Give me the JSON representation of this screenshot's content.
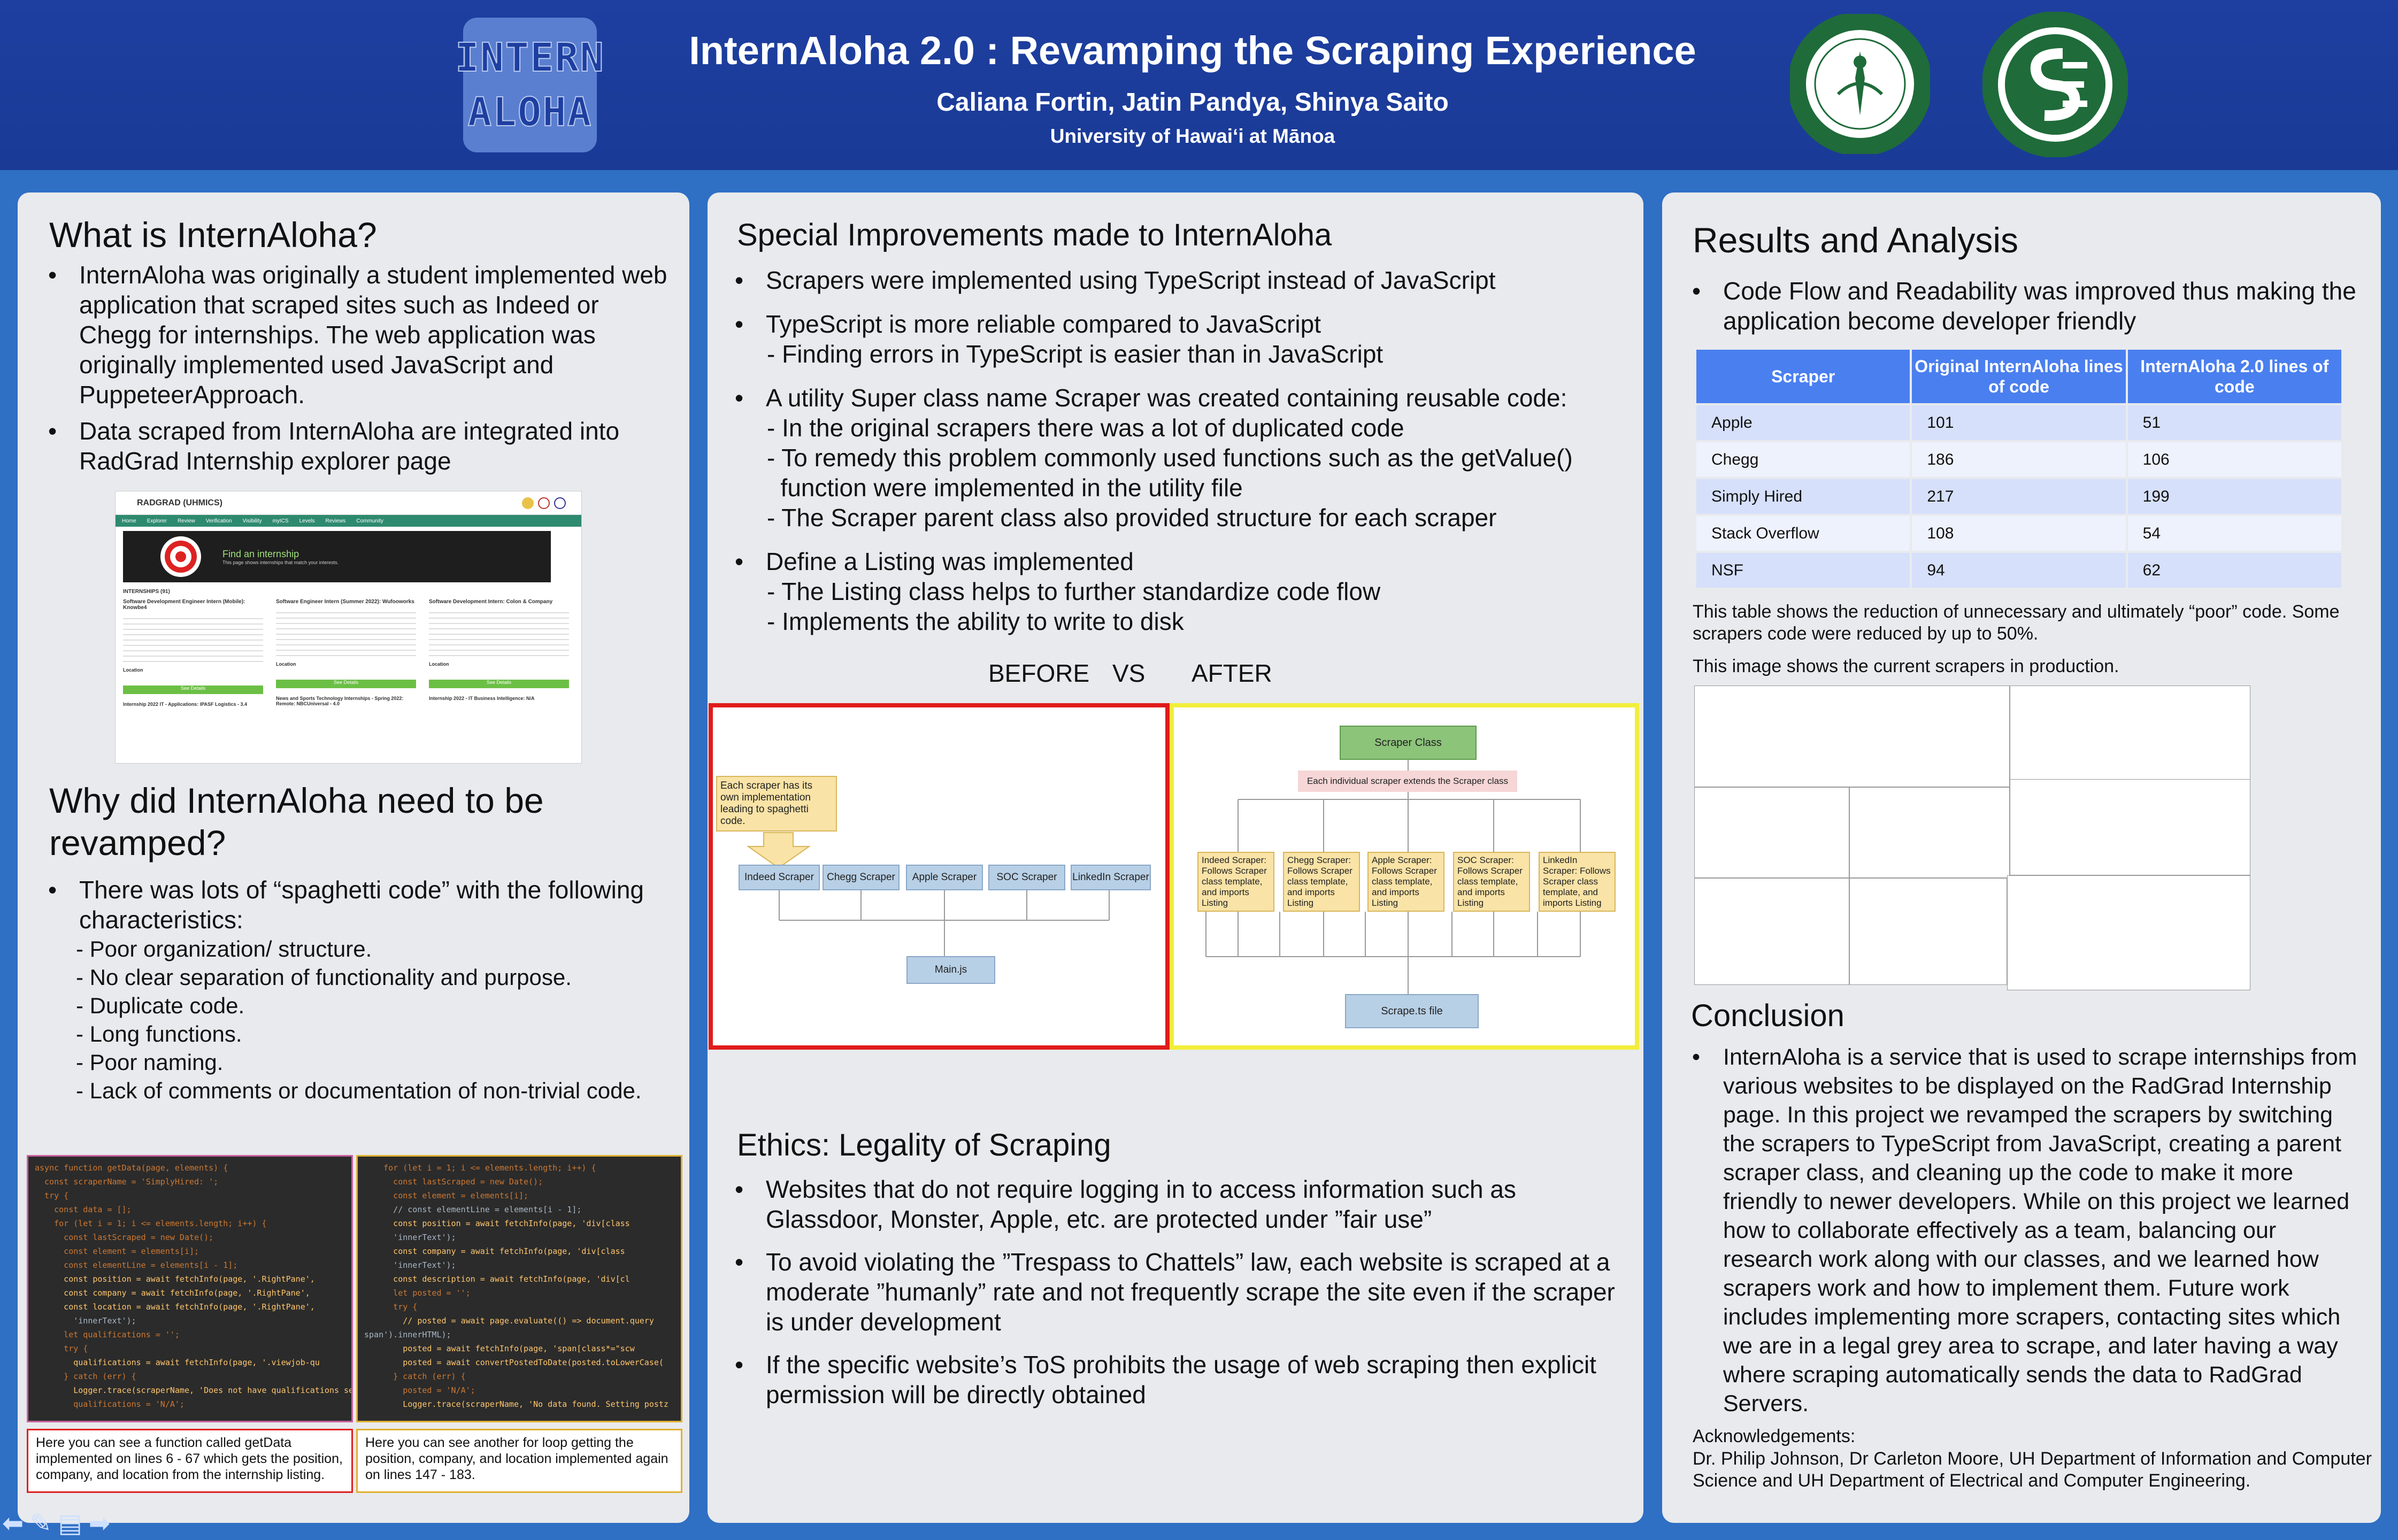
{
  "header": {
    "logo_word1": "INTERN",
    "logo_word2": "ALOHA",
    "title": "InternAloha 2.0 : Revamping the Scraping Experience",
    "authors": "Caliana Fortin, Jatin Pandya, Shinya Saito",
    "affiliation": "University of Hawaiʻi at Mānoa"
  },
  "left": {
    "what_title": "What is InternAloha?",
    "what_bullets": [
      "InternAloha was originally a student implemented web application that scraped sites such as Indeed or Chegg for internships. The web application was originally implemented used JavaScript and PuppeteerApproach.",
      "Data scraped from InternAloha are integrated into RadGrad Internship explorer page"
    ],
    "radgrad": {
      "brand": "RADGRAD (UHMICS)",
      "nav": [
        "Home",
        "Explorer",
        "Review",
        "Verification",
        "Visibility",
        "myICS",
        "Levels",
        "Reviews",
        "Community"
      ],
      "hero_title": "Find an internship",
      "hero_sub": "This page shows internships that match your interests.",
      "list_header": "INTERNSHIPS (91)",
      "cards": [
        {
          "title": "Software Development Engineer Intern (Mobile): Knowbe4",
          "footer": "Internship 2022 IT - Applications: IPASF Logistics - 3.4"
        },
        {
          "title": "Software Engineer Intern (Summer 2022): Wufooworks",
          "footer": "News and Sports Technology Internships - Spring 2022: Remote: NBCUniversal - 4.0"
        },
        {
          "title": "Software Development Intern: Colon & Company",
          "footer": "Internship 2022 - IT Business Intelligence: N/A"
        }
      ],
      "see_details": "See Details",
      "location_label": "Location"
    },
    "why_title": "Why did InternAloha need to be revamped?",
    "why_bullet": "There was lots of “spaghetti code” with the following characteristics:",
    "why_subs": [
      "- Poor organization/ structure.",
      "- No clear separation of functionality and purpose.",
      "- Duplicate code.",
      "- Long functions.",
      "- Poor naming.",
      "- Lack of comments or documentation of non-trivial code."
    ],
    "code1_lines": [
      "async function getData(page, elements) {",
      "  const scraperName = 'SimplyHired: ';",
      "  try {",
      "    const data = [];",
      "    for (let i = 1; i <= elements.length; i++) {",
      "      const lastScraped = new Date();",
      "",
      "      const element = elements[i];",
      "      const elementLine = elements[i - 1];",
      "",
      "      const position = await fetchInfo(page, '.RightPane',",
      "      const company = await fetchInfo(page, '.RightPane',",
      "      const location = await fetchInfo(page, '.RightPane',",
      "        'innerText');",
      "",
      "      let qualifications = '';",
      "      try {",
      "        qualifications = await fetchInfo(page, '.viewjob-qu",
      "      } catch (err) {",
      "        Logger.trace(scraperName, 'Does not have qualifications se",
      "        qualifications = 'N/A';"
    ],
    "code2_lines": [
      "    for (let i = 1; i <= elements.length; i++) {",
      "      const lastScraped = new Date();",
      "",
      "      const element = elements[i];",
      "      // const elementLine = elements[i - 1];",
      "",
      "      const position = await fetchInfo(page, 'div[class",
      "      'innerText');",
      "      const company = await fetchInfo(page, 'div[class",
      "      'innerText');",
      "      const description = await fetchInfo(page, 'div[cl",
      "      let posted = '';",
      "      try {",
      "        // posted = await page.evaluate(() => document.query",
      "span').innerHTML);",
      "        posted = await fetchInfo(page, 'span[class*=\"scw",
      "        posted = await convertPostedToDate(posted.toLowerCase(",
      "      } catch (err) {",
      "        posted = 'N/A';",
      "        Logger.trace(scraperName, 'No data found. Setting postz"
    ],
    "caption1": "Here you can see a function called getData implemented on lines 6 - 67 which gets the position, company, and location from the internship listing.",
    "caption2": "Here you can see another for loop getting the position, company, and location implemented again on lines 147 - 183."
  },
  "middle": {
    "special_title": "Special Improvements made to InternAloha",
    "bullets": [
      {
        "text": "Scrapers were implemented using TypeScript instead of JavaScript",
        "subs": []
      },
      {
        "text": "TypeScript is more reliable compared to JavaScript",
        "subs": [
          "- Finding errors in TypeScript is easier than in JavaScript"
        ]
      },
      {
        "text": "A utility Super class name Scraper was created containing reusable code:",
        "subs": [
          "- In the original scrapers there was a lot of duplicated code",
          "- To remedy this problem commonly used functions such as the getValue()",
          "  function were implemented in the utility file",
          "- The Scraper parent class also provided structure for each scraper"
        ]
      },
      {
        "text": "Define a Listing was implemented",
        "subs": [
          "- The Listing class helps to further standardize code flow",
          "- Implements the ability to write to disk"
        ]
      }
    ],
    "before_label": "BEFORE",
    "vs_label": "VS",
    "after_label": "AFTER",
    "before_diagram": {
      "note": "Each scraper has its own implementation leading to spaghetti code.",
      "scrapers": [
        "Indeed Scraper",
        "Chegg Scraper",
        "Apple Scraper",
        "SOC Scraper",
        "LinkedIn Scraper"
      ],
      "main": "Main.js"
    },
    "after_diagram": {
      "root": "Scraper Class",
      "note": "Each individual scraper extends the Scraper class",
      "scrapers": [
        "Indeed Scraper: Follows Scraper class template, and imports Listing",
        "Chegg Scraper: Follows Scraper class template, and imports Listing",
        "Apple Scraper: Follows Scraper class template, and imports Listing",
        "SOC Scraper: Follows Scraper class template, and imports Listing",
        "LinkedIn Scraper: Follows Scraper class template, and imports Listing"
      ],
      "file": "Scrape.ts file"
    },
    "ethics_title": "Ethics: Legality of Scraping",
    "ethics_bullets": [
      "Websites that do not require logging in to access information such as Glassdoor, Monster, Apple, etc. are protected under ”fair use”",
      "To avoid violating the ”Trespass to Chattels” law, each website is scraped at a moderate ”humanly” rate and not frequently scrape the site even if the scraper is under development",
      "If the specific website’s ToS prohibits the usage of web scraping then explicit permission will be directly obtained"
    ]
  },
  "right": {
    "results_title": "Results and Analysis",
    "results_bullet": "Code Flow and Readability was improved thus making the application become developer friendly",
    "table": {
      "headers": [
        "Scraper",
        "Original InternAloha lines of code",
        "InternAloha 2.0 lines of code"
      ],
      "rows": [
        [
          "Apple",
          "101",
          "51"
        ],
        [
          "Chegg",
          "186",
          "106"
        ],
        [
          "Simply Hired",
          "217",
          "199"
        ],
        [
          "Stack Overflow",
          "108",
          "54"
        ],
        [
          "NSF",
          "94",
          "62"
        ]
      ]
    },
    "table_note": "This table shows the reduction of unnecessary and ultimately “poor” code. Some scrapers code were reduced by up to 50%.",
    "image_note": "This image shows the current scrapers in production.",
    "conclusion_title": "Conclusion",
    "conclusion_text": "InternAloha is a service that is used to scrape internships from various websites to be displayed on the RadGrad Internship page. In this project we revamped the scrapers by switching the scrapers to TypeScript from JavaScript, creating a parent scraper class, and cleaning up the code to make it more friendly to newer developers. While on this project we learned how to collaborate effectively as a team, balancing our research work along with our classes, and we learned how scrapers work and how to implement them. Future work includes implementing more scrapers, contacting sites which we are in a legal grey area to scrape, and later having a way where scraping automatically sends the data to RadGrad Servers.",
    "ack_title": "Acknowledgements:",
    "ack_text": "Dr. Philip Johnson, Dr Carleton Moore, UH Department of Information and Computer Science and UH Department of Electrical and Computer Engineering."
  },
  "colors": {
    "header_bg": "#1a3a96",
    "page_bg": "#2f6fc4",
    "panel_bg": "#e8eaed",
    "table_header": "#4a7ff0",
    "before_border": "#e01b1b",
    "after_border": "#f2ee3a"
  }
}
